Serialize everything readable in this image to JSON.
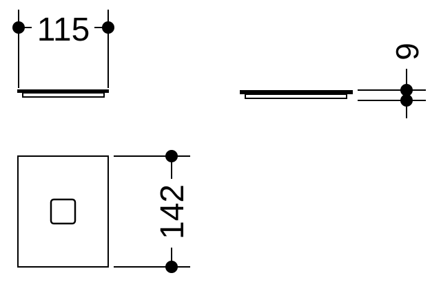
{
  "dimensions": {
    "width_top": "115",
    "thickness": "9",
    "height_front": "142"
  },
  "colors": {
    "line": "#000000",
    "background": "#ffffff"
  }
}
